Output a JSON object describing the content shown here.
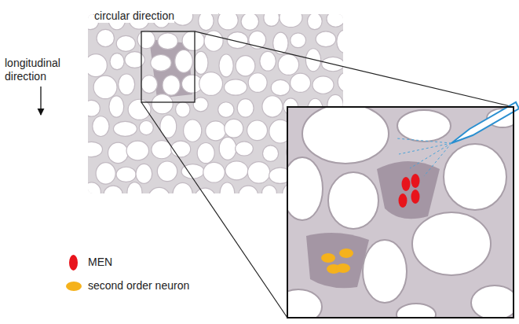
{
  "diagram": {
    "labels": [
      "circular direction",
      "longitudinal direction"
    ],
    "legend": [
      {
        "text": "MEN",
        "color": "#e8141c"
      },
      {
        "text": "second order neuron",
        "color": "#f5b21c"
      }
    ]
  }
}
